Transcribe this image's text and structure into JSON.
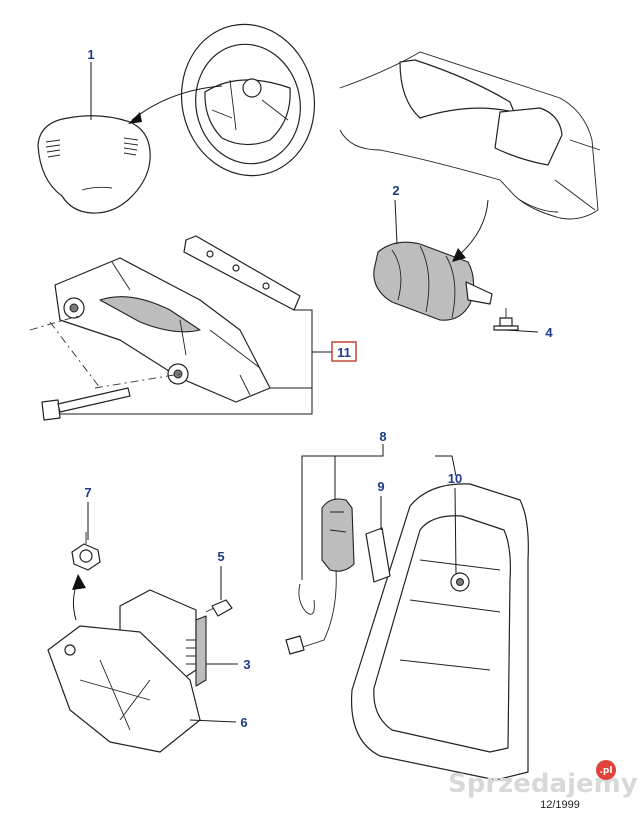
{
  "callouts": {
    "c1": "1",
    "c2": "2",
    "c3": "3",
    "c4": "4",
    "c5": "5",
    "c6": "6",
    "c7": "7",
    "c8": "8",
    "c9": "9",
    "c10": "10",
    "c11": "11"
  },
  "footer": {
    "date": "12/1999"
  },
  "watermark": {
    "text": "Sprzedajemy",
    "badge": ".pl"
  },
  "colors": {
    "callout": "#1f3c88",
    "callout_box": "#c0392b",
    "watermark_badge": "#e0433a"
  }
}
